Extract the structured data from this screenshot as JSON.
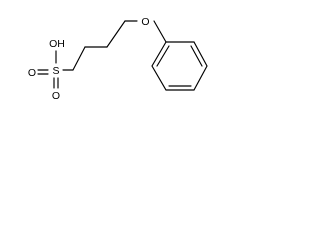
{
  "molecule": {
    "atoms": {
      "o_ether": "O",
      "s": "S",
      "o_top": "O",
      "o_bottom": "O",
      "hydroxyl": "OH"
    }
  }
}
